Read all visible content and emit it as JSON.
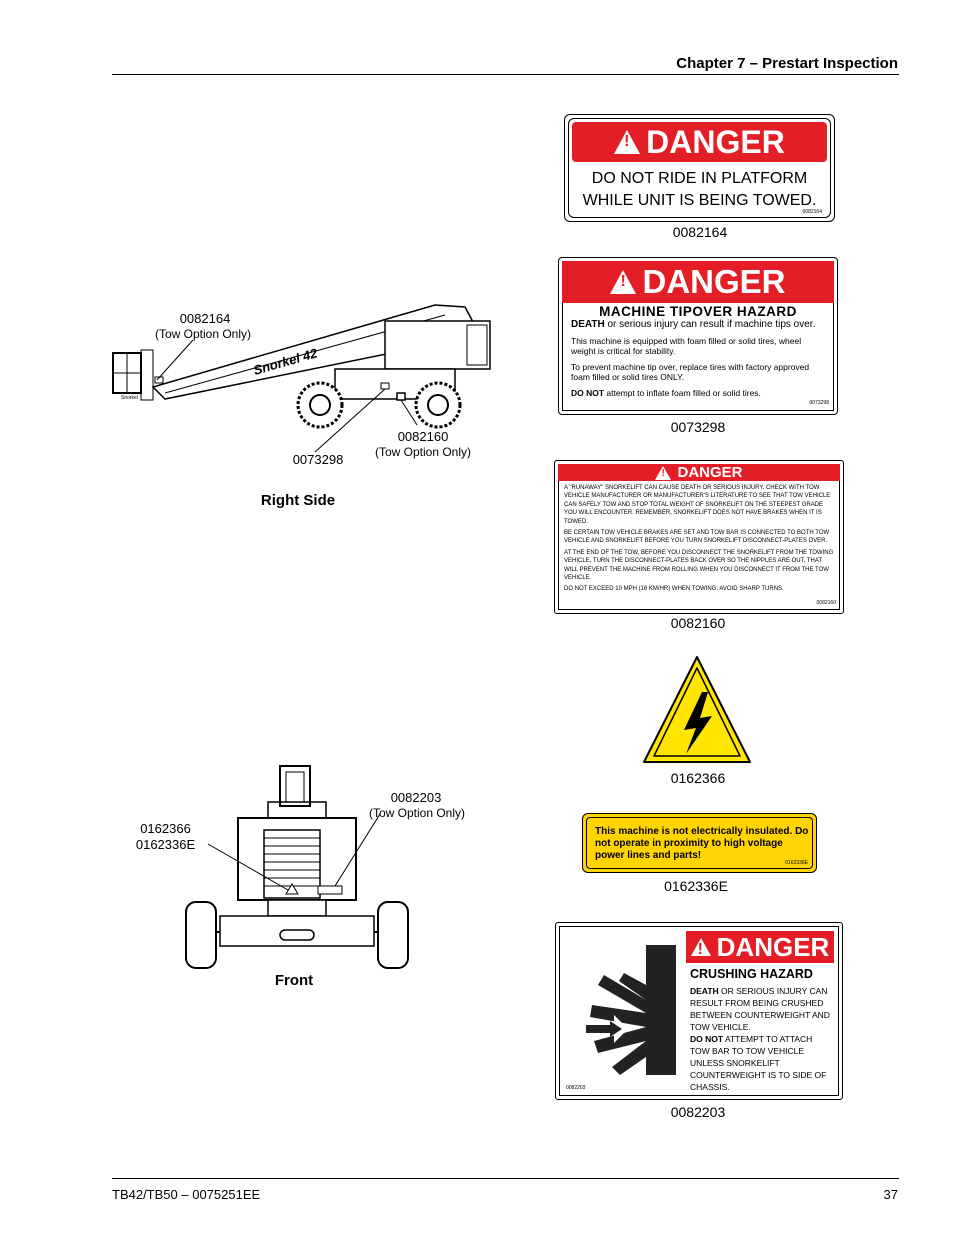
{
  "header": {
    "chapter": "Chapter 7 – Prestart Inspection"
  },
  "footer": {
    "doc": "TB42/TB50 – 0075251EE",
    "page": "37"
  },
  "right_side": {
    "caption": "Right Side",
    "callouts": {
      "a_code": "0082164",
      "a_note": "(Tow Option Only)",
      "b_code": "0073298",
      "c_code": "0082160",
      "c_note": "(Tow Option Only)"
    },
    "boom_logo": "Snorkel 42"
  },
  "front": {
    "caption": "Front",
    "callouts": {
      "a_code1": "0162366",
      "a_code2": "0162336E",
      "b_code": "0082203",
      "b_note": "(Tow Option Only)"
    }
  },
  "decals": {
    "d1": {
      "word": "DANGER",
      "line1": "DO NOT RIDE IN PLATFORM",
      "line2": "WHILE UNIT IS BEING TOWED.",
      "part": "0082164",
      "caption": "0082164"
    },
    "d2": {
      "word": "DANGER",
      "title": "MACHINE TIPOVER HAZARD",
      "l1_bold": "DEATH",
      "l1_rest": " or serious injury can result if machine tips over.",
      "p1": "This machine is equipped with foam filled or solid tires, wheel weight is critical for stability.",
      "p2": "To prevent machine tip over, replace tires with factory approved foam filled or solid tires ONLY.",
      "p3_bold": "DO NOT",
      "p3_rest": " attempt to inflate foam filled or solid tires.",
      "part": "0073298",
      "caption": "0073298"
    },
    "d3": {
      "word": "DANGER",
      "p1": "A \"RUNAWAY\" SNORKELIFT CAN CAUSE DEATH OR SERIOUS INJURY. CHECK WITH TOW VEHICLE MANUFACTURER OR MANUFACTURER'S LITERATURE TO SEE THAT TOW VEHICLE CAN SAFELY TOW AND STOP TOTAL WEIGHT OF SNORKELIFT ON THE STEEPEST GRADE YOU WILL ENCOUNTER. REMEMBER, SNORKELIFT DOES NOT HAVE BRAKES WHEN IT IS TOWED.",
      "p2": "BE CERTAIN TOW VEHICLE BRAKES ARE SET AND TOW BAR IS CONNECTED TO BOTH TOW VEHICLE AND SNORKELIFT BEFORE YOU TURN SNORKELIFT DISCONNECT-PLATES OVER.",
      "p3": "AT THE END OF THE TOW, BEFORE YOU DISCONNECT THE SNORKELIFT FROM THE TOWING VEHICLE, TURN THE DISCONNECT-PLATES BACK OVER SO THE NIPPLES ARE OUT, THAT WILL PREVENT THE MACHINE FROM ROLLING WHEN YOU DISCONNECT IT FROM THE TOW VEHICLE.",
      "p4": "DO NOT EXCEED 10 MPH (16 KM/HR) WHEN TOWING. AVOID SHARP TURNS.",
      "part": "0082160",
      "caption": "0082160"
    },
    "d4": {
      "caption": "0162366"
    },
    "d5": {
      "text": "This machine is not electrically insulated. Do not operate in proximity to high voltage power lines and parts!",
      "part": "0162336E",
      "caption": "0162336E"
    },
    "d6": {
      "word": "DANGER",
      "title": "CRUSHING HAZARD",
      "l1": "DEATH",
      "l1_rest": " OR SERIOUS INJURY CAN RESULT FROM BEING CRUSHED BETWEEN COUNTERWEIGHT AND TOW VEHICLE.",
      "l2": "DO NOT",
      "l2_rest": " ATTEMPT TO ATTACH TOW BAR TO TOW VEHICLE UNLESS SNORKELIFT COUNTERWEIGHT IS TO SIDE OF CHASSIS.",
      "part": "0082203",
      "caption": "0082203"
    }
  }
}
